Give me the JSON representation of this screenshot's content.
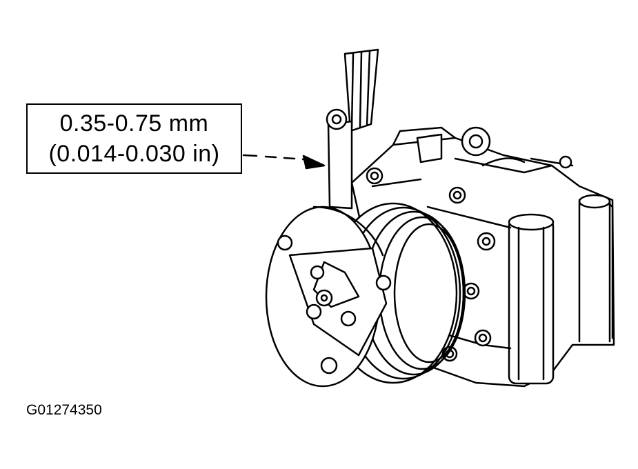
{
  "callout": {
    "metric": "0.35-0.75 mm",
    "imperial": "(0.014-0.030 in)"
  },
  "figure_id": "G01274350",
  "colors": {
    "line": "#000000",
    "background": "#ffffff"
  }
}
